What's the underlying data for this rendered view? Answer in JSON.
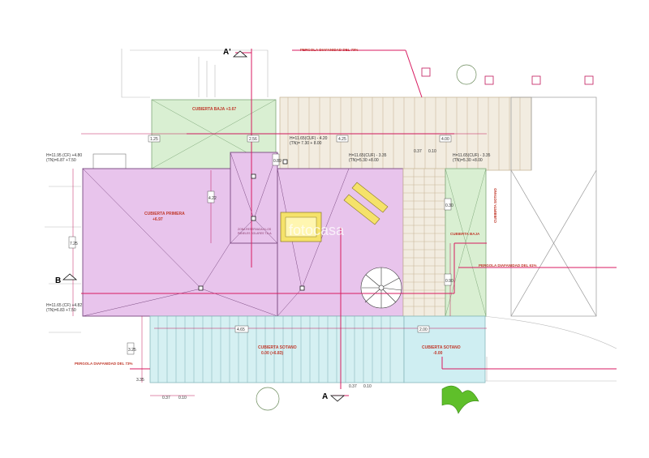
{
  "labels": {
    "pergola_top": "PERGOLA DIAFANIDAD DEL 73%",
    "pergola_right": "PERGOLA DIAFANIDAD DEL 61%",
    "pergola_bottom": "PERGOLA DIAFANIDAD DEL 73%",
    "cubierta_baja_top": "CUBIERTA BAJA +3.67",
    "cubierta_baja_right": "CUBIERTA BAJA",
    "cubierta_primera": "CUBIERTA PRIMERA",
    "cubierta_primera_level": "+6.97",
    "cubierta_sotano_left": "CUBIERTA SOTANO",
    "cubierta_sotano_left_level": "0.00 (+6.83)",
    "cubierta_sotano_right": "CUBIERTA SOTANO",
    "cubierta_sotano_right_level": "-0.00",
    "cubierta_sotano_vertical": "CUBIERTA SOTANO",
    "zona_paneles": "ZONA RESERVADA A LOS",
    "zona_paneles_2": "PANELES SOLARES T.A.A.",
    "section_a": "A",
    "section_a_prime": "A'",
    "section_b": "B",
    "watermark": "fotocasa"
  },
  "levels": {
    "h1": "H=11.95 (CF) +4.80",
    "h1b": "(TN)=6.87 +7.50",
    "h2": "H=11.65 (CF) +4.82",
    "h2b": "(TN)=6.83 +7.50",
    "h3": "H=11.65(CUF) - 4.20",
    "h3b": "(TN)= 7.30 + 8.00",
    "h4": "H=11.65(CUF) - 3.35",
    "h4b": "(TN)=5.30 +8.00",
    "h5": "H=11.65(CUF) - 3.35",
    "h5b": "(TN)=5.30 +8.00"
  },
  "dimensions": {
    "d1": "1.25",
    "d2": "7.25",
    "d3": "2.56",
    "d4": "4.25",
    "d5": "0.37",
    "d6": "0.10",
    "d7": "4.00",
    "d8": "0.89",
    "d9": "4.22",
    "d10": "0.30",
    "d11": "4.65",
    "d12": "2.00",
    "d13": "0.90",
    "d14": "3.25",
    "d15": "0.37",
    "d16": "0.10",
    "d17": "0.37",
    "d18": "0.10",
    "d19": "3.35"
  },
  "colors": {
    "pink_roof": "#e8c4ec",
    "green_roof": "#d9efd2",
    "cyan_roof": "#cfeef2",
    "pergola": "#f2ece0",
    "line": "#d81b60",
    "outline": "#555555"
  }
}
